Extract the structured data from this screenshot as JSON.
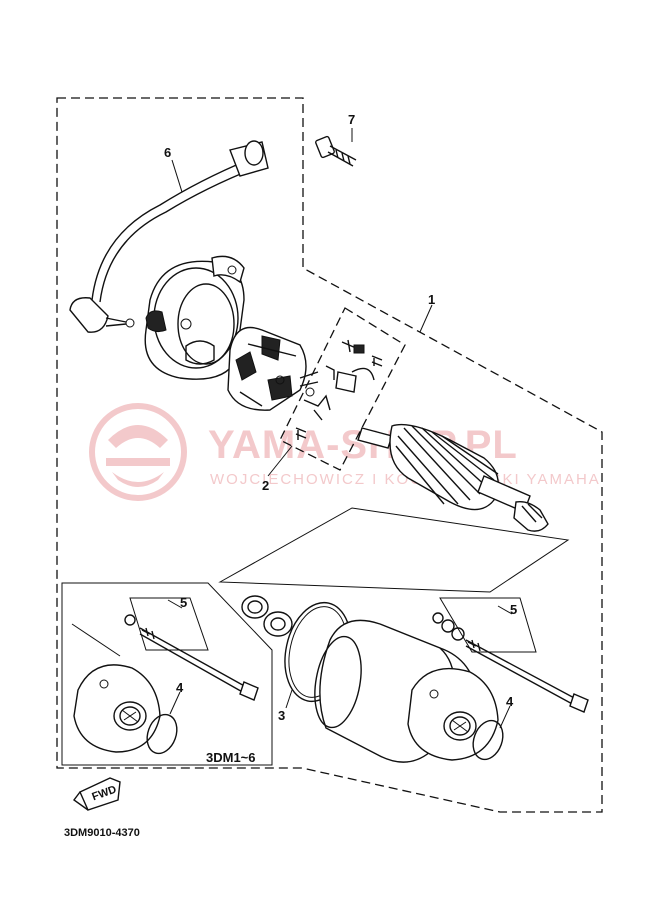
{
  "callouts": {
    "c1": "1",
    "c2": "2",
    "c3": "3",
    "c4a": "4",
    "c4b": "4",
    "c5a": "5",
    "c5b": "5",
    "c6": "6",
    "c7": "7"
  },
  "variant_label": "3DM1~6",
  "fwd_label": "FWD",
  "diagram_code": "3DM9010-4370",
  "watermark": {
    "title": "YAMA-SHOP.PL",
    "subtitle": "WOJCIECHOWICZ I KOCHANOWSKI YAMAHA"
  },
  "colors": {
    "line": "#111111",
    "watermark": "#f3c9cb",
    "background": "#ffffff"
  }
}
